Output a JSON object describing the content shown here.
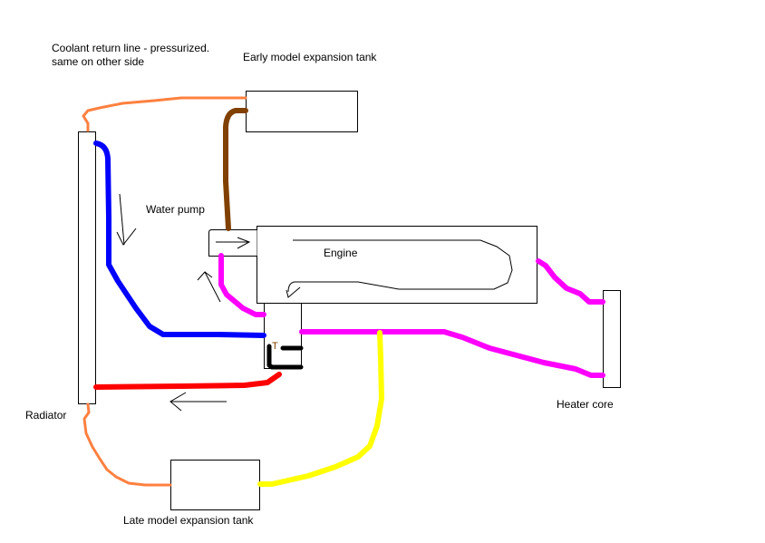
{
  "title": "Cooling system diagram",
  "labels": {
    "coolant_return": "Coolant return line - pressurized. same on other side",
    "early_tank": "Early model expansion tank",
    "water_pump": "Water pump",
    "engine": "Engine",
    "heater_core": "Heater core",
    "radiator": "Radiator",
    "late_tank": "Late model expansion tank",
    "thermostat": "T"
  },
  "colors": {
    "coolant_return_line": "#ff8040",
    "tank_to_pump_line": "#804000",
    "radiator_to_thermostat_line": "#0000ff",
    "heater_lines": "#ff00ff",
    "radiator_return_line": "#ff0000",
    "late_tank_line": "#ffff00",
    "thermostat_housing_line": "#000000",
    "thermostat_label": "#804000"
  }
}
